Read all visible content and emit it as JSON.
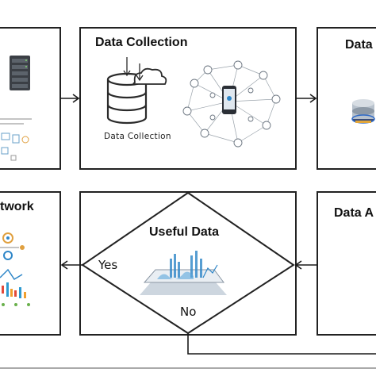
{
  "diagram": {
    "nodes": {
      "data_collection": {
        "title": "Data Collection",
        "caption": "Data Collection"
      },
      "right_top": {
        "title": "Data"
      },
      "left_bottom": {
        "title": "twork"
      },
      "right_bottom": {
        "title": "Data A"
      },
      "decision": {
        "title": "Useful Data",
        "yes_label": "Yes",
        "no_label": "No"
      }
    },
    "colors": {
      "line": "#1a1a1a",
      "border": "#222222",
      "accent_blue": "#2e86c8",
      "database_gray": "#3a3a3a"
    }
  }
}
